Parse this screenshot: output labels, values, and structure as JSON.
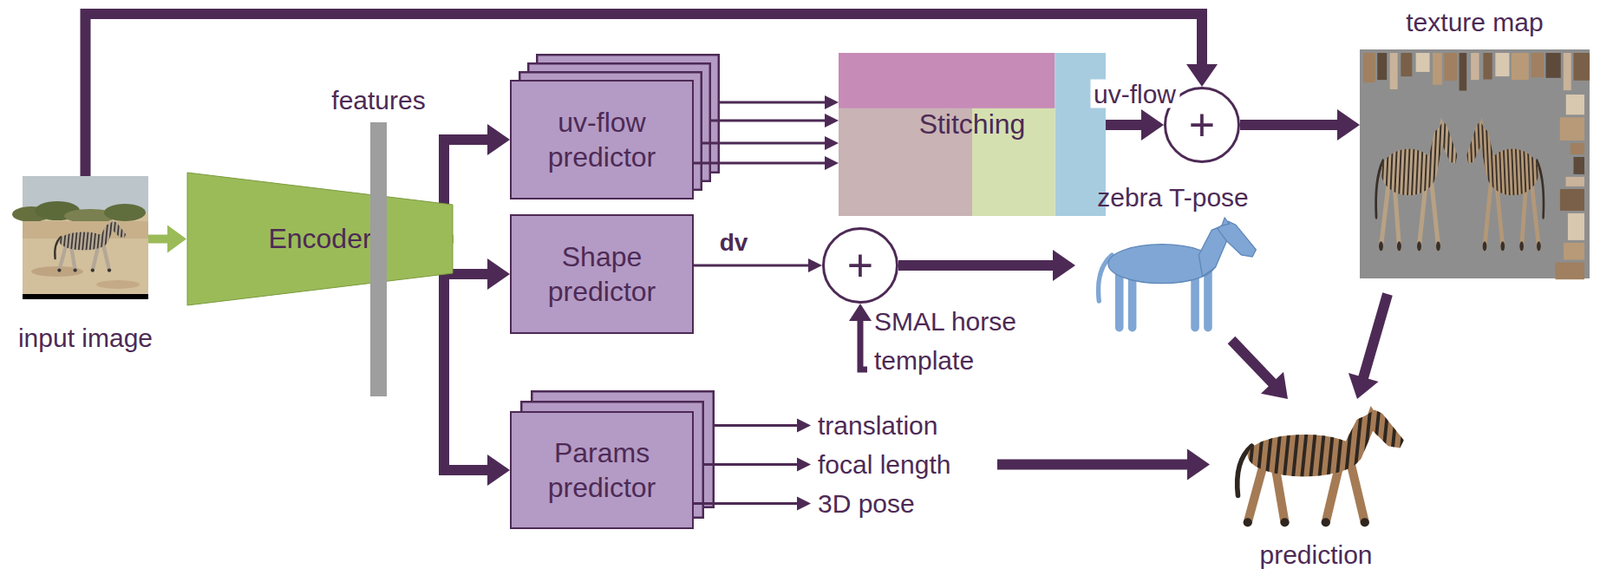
{
  "diagram": {
    "nodes": [
      {
        "text": [
          "input image"
        ]
      },
      {
        "text": [
          "Encoder"
        ]
      },
      {
        "text": [
          "features"
        ]
      },
      {
        "text": [
          "uv-flow predictor"
        ]
      },
      {
        "text": [
          "Shape predictor"
        ]
      },
      {
        "text": [
          "Params predictor"
        ]
      },
      {
        "text": [
          "Stitching"
        ]
      },
      {
        "text": [
          "+"
        ]
      },
      {
        "text": [
          "texture map"
        ]
      },
      {
        "text": [
          "+"
        ]
      },
      {
        "text": [
          "SMAL horse template"
        ]
      },
      {
        "text": [
          "zebra T-pose"
        ]
      },
      {
        "text": [
          "translation",
          "focal length",
          "3D pose"
        ]
      },
      {
        "text": [
          "prediction"
        ]
      }
    ],
    "edges": [
      {
        "from": 0,
        "to": 1,
        "arrow": "to"
      },
      {
        "from": 1,
        "to": 2,
        "arrow": "to"
      },
      {
        "from": 2,
        "to": 3,
        "arrow": "to"
      },
      {
        "from": 2,
        "to": 4,
        "arrow": "to"
      },
      {
        "from": 2,
        "to": 5,
        "arrow": "to"
      },
      {
        "from": 3,
        "to": 6,
        "arrow": "to"
      },
      {
        "from": 3,
        "to": 6,
        "arrow": "to"
      },
      {
        "from": 3,
        "to": 6,
        "arrow": "to"
      },
      {
        "from": 3,
        "to": 6,
        "arrow": "to"
      },
      {
        "from": 6,
        "to": 7,
        "label": "uv-flow",
        "arrow": "to"
      },
      {
        "from": 0,
        "to": 7,
        "arrow": "to"
      },
      {
        "from": 7,
        "to": 8,
        "arrow": "to"
      },
      {
        "from": 4,
        "to": 9,
        "label": "dv",
        "arrow": "to"
      },
      {
        "from": 10,
        "to": 9,
        "arrow": "to"
      },
      {
        "from": 9,
        "to": 11,
        "arrow": "to"
      },
      {
        "from": 5,
        "to": 12,
        "arrow": "to"
      },
      {
        "from": 5,
        "to": 12,
        "arrow": "to"
      },
      {
        "from": 5,
        "to": 12,
        "arrow": "to"
      },
      {
        "from": 12,
        "to": 13,
        "arrow": "to"
      },
      {
        "from": 11,
        "to": 13,
        "arrow": "to"
      },
      {
        "from": 8,
        "to": 13,
        "arrow": "to"
      }
    ]
  }
}
